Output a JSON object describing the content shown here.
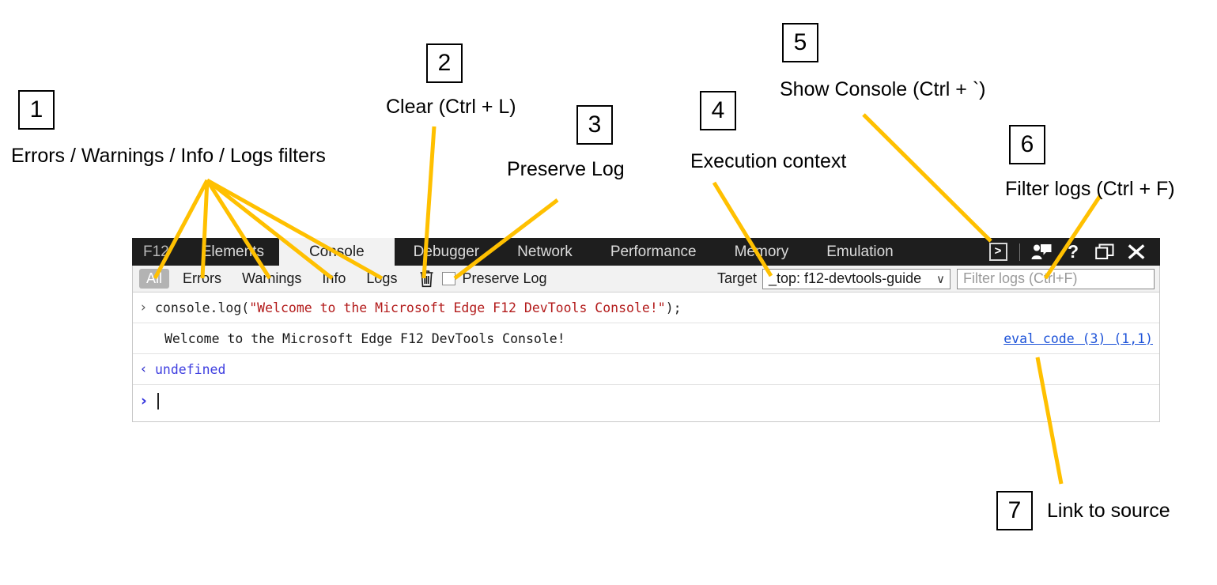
{
  "devtools": {
    "tabs": [
      {
        "label": "F12",
        "active": false,
        "brand": true
      },
      {
        "label": "Elements",
        "active": false
      },
      {
        "label": "Console",
        "active": true
      },
      {
        "label": "Debugger",
        "active": false
      },
      {
        "label": "Network",
        "active": false
      },
      {
        "label": "Performance",
        "active": false
      },
      {
        "label": "Memory",
        "active": false
      },
      {
        "label": "Emulation",
        "active": false
      }
    ],
    "tool_icons": [
      {
        "name": "show-console-icon",
        "glyph": ">_"
      },
      {
        "name": "feedback-icon",
        "glyph": "feedback"
      },
      {
        "name": "help-icon",
        "glyph": "?"
      },
      {
        "name": "dock-icon",
        "glyph": "dock"
      },
      {
        "name": "close-icon",
        "glyph": "X"
      }
    ],
    "toolbar": {
      "filters": [
        {
          "label": "All",
          "selected": true
        },
        {
          "label": "Errors",
          "selected": false
        },
        {
          "label": "Warnings",
          "selected": false
        },
        {
          "label": "Info",
          "selected": false
        },
        {
          "label": "Logs",
          "selected": false
        }
      ],
      "clear_icon": "trash-icon",
      "preserve_log_label": "Preserve Log",
      "preserve_log_checked": false,
      "target_label": "Target",
      "target_value": "_top: f12-devtools-guide",
      "target_caret": "∨",
      "filter_placeholder": "Filter logs (Ctrl+F)"
    },
    "console": {
      "input_prompt": "›",
      "output_prompt": "‹",
      "rows": [
        {
          "type": "input",
          "code_prefix": "console.log(",
          "code_string": "\"Welcome to the Microsoft Edge F12 DevTools Console!\"",
          "code_suffix": ");"
        },
        {
          "type": "output",
          "message": "Welcome to the Microsoft Edge F12 DevTools Console!",
          "source_link": "eval code (3) (1,1)"
        },
        {
          "type": "result",
          "value": "undefined"
        },
        {
          "type": "prompt",
          "value": ""
        }
      ]
    }
  },
  "annotations": {
    "accent_color": "#FFC000",
    "items": [
      {
        "number": "1",
        "label": "Errors / Warnings / Info / Logs filters"
      },
      {
        "number": "2",
        "label": "Clear (Ctrl + L)"
      },
      {
        "number": "3",
        "label": "Preserve Log"
      },
      {
        "number": "4",
        "label": "Execution context"
      },
      {
        "number": "5",
        "label": "Show Console (Ctrl + `)"
      },
      {
        "number": "6",
        "label": "Filter logs (Ctrl + F)"
      },
      {
        "number": "7",
        "label": "Link to source"
      }
    ]
  }
}
